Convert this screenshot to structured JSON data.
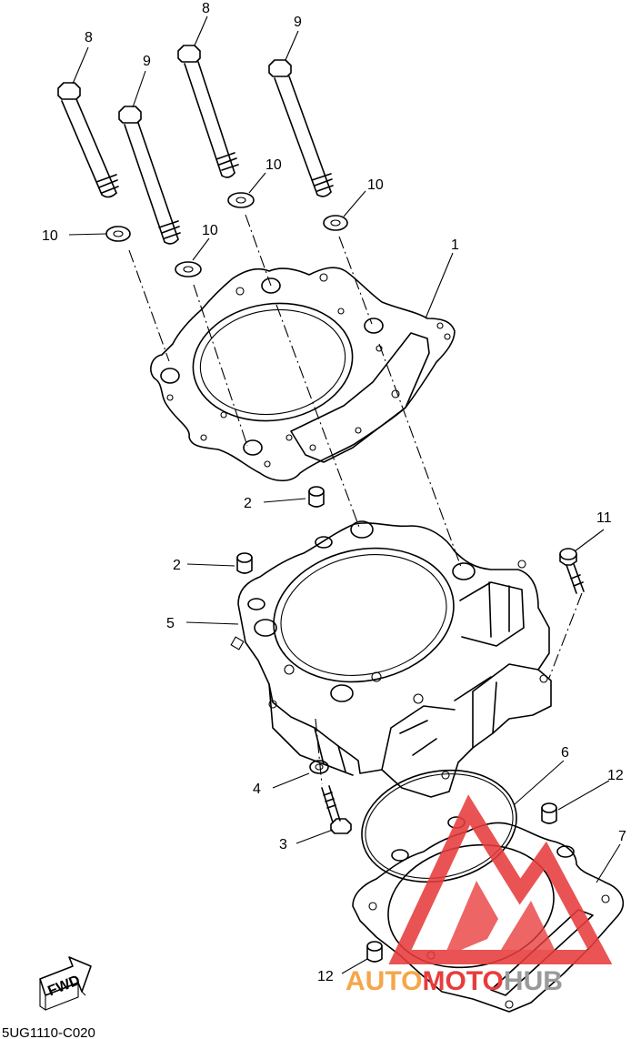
{
  "diagram_code": "5UG1110-C020",
  "fwd_label": "FWD",
  "watermark": {
    "part1": "AUTO",
    "part2": "MOTO",
    "part3": "HUB",
    "colors": {
      "orange": "#f5a64a",
      "red": "#e83c3c",
      "gray": "#9a9a9a"
    }
  },
  "callouts": {
    "c1": "1",
    "c2a": "2",
    "c2b": "2",
    "c3": "3",
    "c4": "4",
    "c5": "5",
    "c6": "6",
    "c7": "7",
    "c8a": "8",
    "c8b": "8",
    "c9a": "9",
    "c9b": "9",
    "c10a": "10",
    "c10b": "10",
    "c10c": "10",
    "c10d": "10",
    "c11": "11",
    "c12a": "12",
    "c12b": "12"
  }
}
